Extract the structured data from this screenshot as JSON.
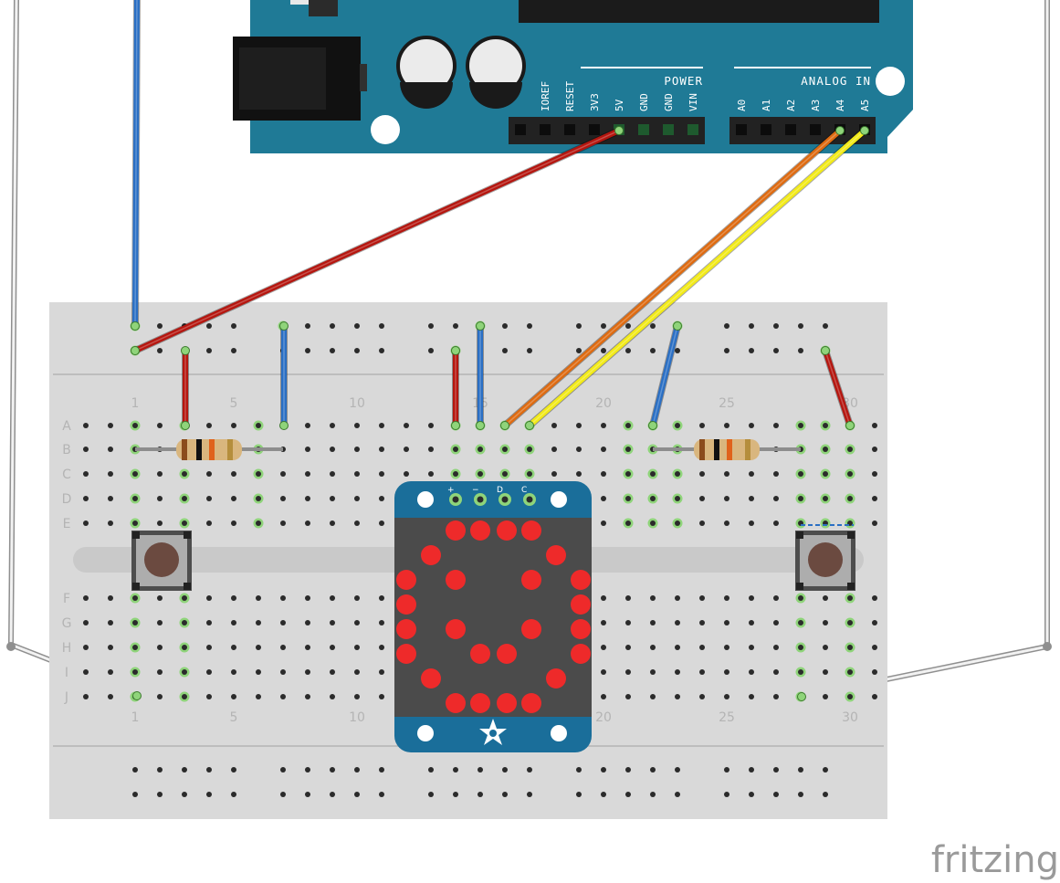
{
  "arduino": {
    "power_title": "POWER",
    "analog_title": "ANALOG IN",
    "power_pins": [
      "IOREF",
      "RESET",
      "3V3",
      "5V",
      "GND",
      "GND",
      "VIN"
    ],
    "analog_pins": [
      "A0",
      "A1",
      "A2",
      "A3",
      "A4",
      "A5"
    ]
  },
  "breadboard": {
    "row_letters": [
      "A",
      "B",
      "C",
      "D",
      "E",
      "F",
      "G",
      "H",
      "I",
      "J"
    ],
    "column_numbers": [
      "1",
      "5",
      "10",
      "15",
      "20",
      "25",
      "30"
    ]
  },
  "matrix_board": {
    "pin_labels": [
      "+",
      "−",
      "D",
      "C"
    ],
    "logo_icon": "adafruit-flower-icon"
  },
  "components": [
    "resistor-left",
    "resistor-right",
    "pushbutton-left",
    "pushbutton-right",
    "led-matrix-8x8"
  ],
  "colors": {
    "arduino": "#1f7a96",
    "breadboard": "#d9d9d9",
    "wire_red": "#b5160f",
    "wire_blue": "#2a6fc4",
    "wire_orange": "#de6a10",
    "wire_yellow": "#f2ea17",
    "led": "#ee2a2a",
    "matrix_board": "#1a6e9a"
  },
  "branding": "fritzing"
}
